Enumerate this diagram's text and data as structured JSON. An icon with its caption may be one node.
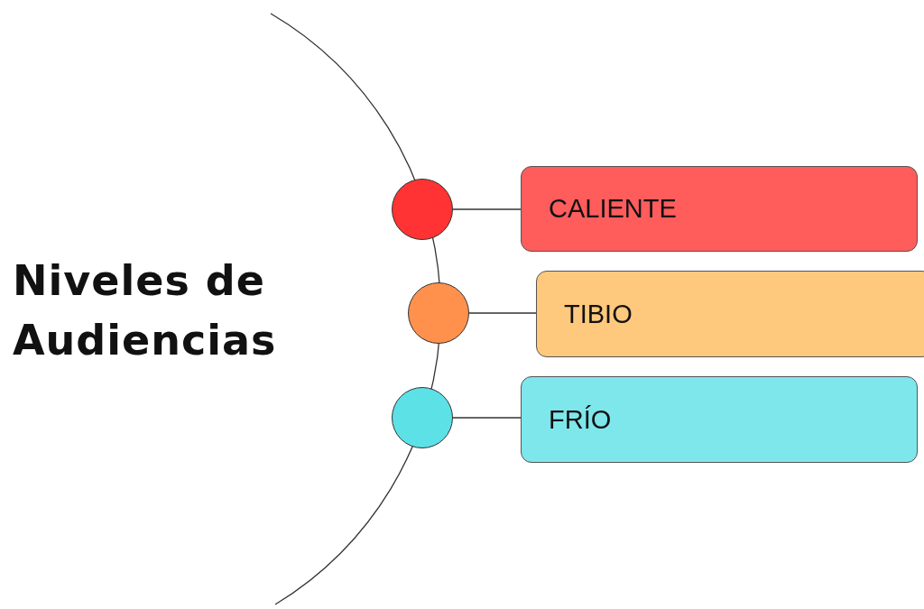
{
  "diagram": {
    "title": "Niveles de Audiencias",
    "nodes": [
      {
        "text": [],
        "shape": "circle"
      },
      {
        "text": [
          "CALIENTE"
        ]
      },
      {
        "text": [],
        "shape": "circle"
      },
      {
        "text": [
          "TIBIO"
        ]
      },
      {
        "text": [],
        "shape": "circle"
      },
      {
        "text": [
          "FRÍO"
        ]
      }
    ],
    "edges": [
      {
        "from": 0,
        "to": 1,
        "arrow": "none"
      },
      {
        "from": 2,
        "to": 3,
        "arrow": "none"
      },
      {
        "from": 4,
        "to": 5,
        "arrow": "none"
      }
    ]
  }
}
